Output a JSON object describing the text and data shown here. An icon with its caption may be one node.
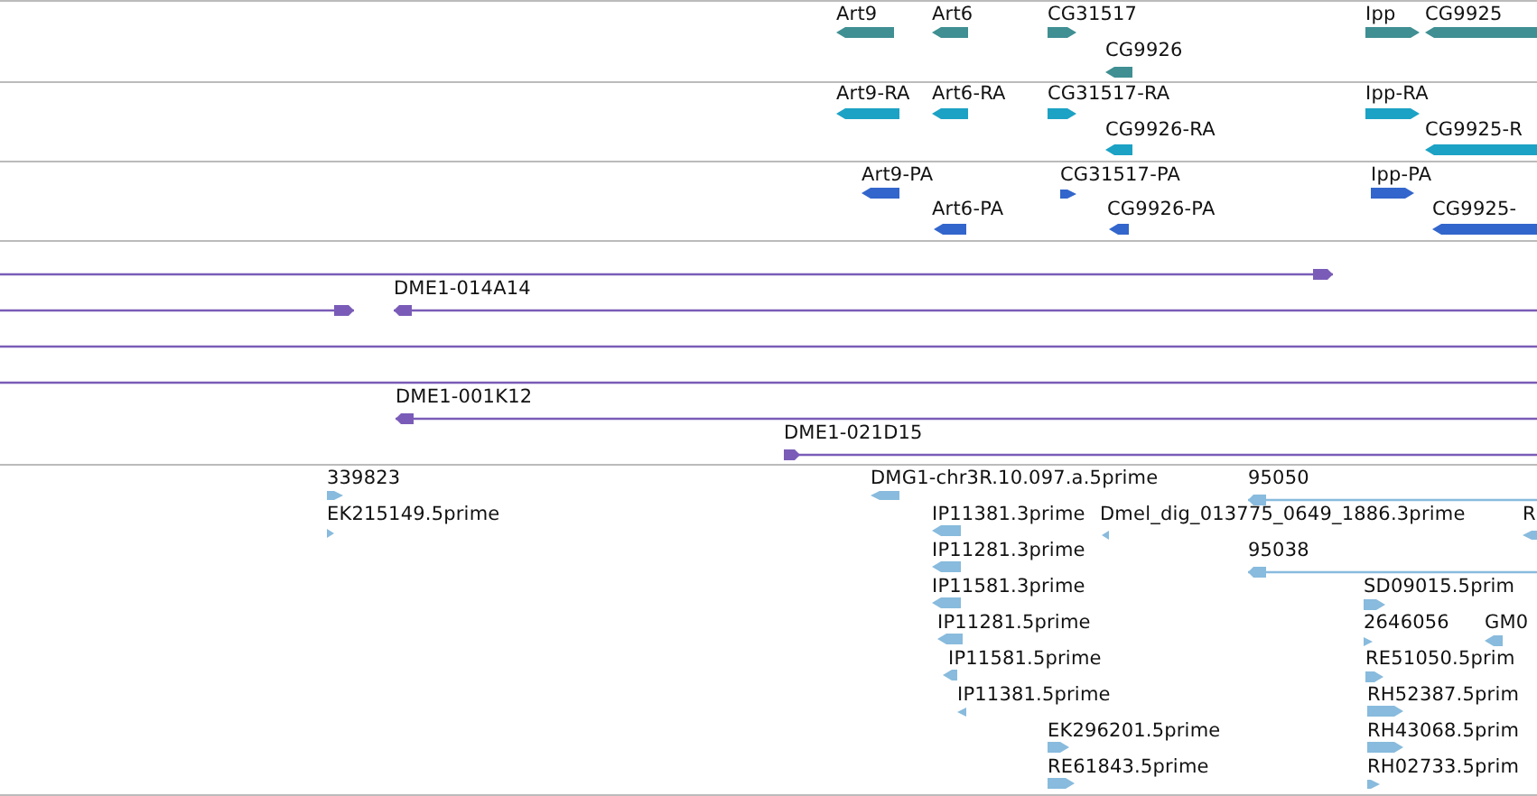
{
  "diagram": {
    "labels": [
      "Art9",
      "Art6",
      "CG31517",
      "Ipp",
      "CG9925",
      "CG9926",
      "Art9-RA",
      "Art6-RA",
      "CG31517-RA",
      "Ipp-RA",
      "CG9926-RA",
      "CG9925-R",
      "Art9-PA",
      "CG31517-PA",
      "Ipp-PA",
      "Art6-PA",
      "CG9926-PA",
      "CG9925-",
      "DME1-014A14",
      "DME1-001K12",
      "DME1-021D15",
      "339823",
      "DMG1-chr3R.10.097.a.5prime",
      "95050",
      "EK215149.5prime",
      "IP11381.3prime",
      "Dmel_dig_013775_0649_1886.3prime",
      "R",
      "IP11281.3prime",
      "95038",
      "IP11581.3prime",
      "SD09015.5prim",
      "IP11281.5prime",
      "2646056",
      "GM0",
      "IP11581.5prime",
      "RE51050.5prim",
      "IP11381.5prime",
      "RH52387.5prim",
      "EK296201.5prime",
      "RH43068.5prim",
      "RE61843.5prime",
      "RH02733.5prim"
    ]
  }
}
